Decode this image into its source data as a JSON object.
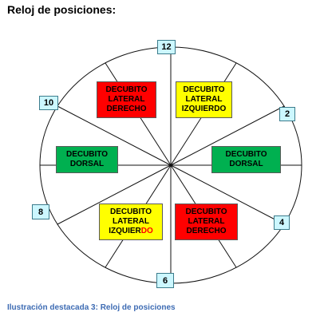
{
  "title": "Reloj de posiciones:",
  "caption": "Ilustración destacada 3: Reloj de posiciones",
  "hour_labels": {
    "h12": "12",
    "h2": "2",
    "h4": "4",
    "h6": "6",
    "h8": "8",
    "h10": "10"
  },
  "positions": {
    "lateral_derecho_top": {
      "lines": [
        "DECUBITO",
        "LATERAL",
        "DERECHO"
      ],
      "color": "#ff0000",
      "text_color": "#000000"
    },
    "lateral_izquierdo_top": {
      "lines": [
        "DECUBITO",
        "LATERAL",
        "IZQUIERDO"
      ],
      "color": "#ffff00",
      "text_color": "#000000"
    },
    "dorsal_left": {
      "lines": [
        "DECUBITO",
        "DORSAL"
      ],
      "color": "#00b050",
      "text_color": "#000000"
    },
    "dorsal_right": {
      "lines": [
        "DECUBITO",
        "DORSAL"
      ],
      "color": "#00b050",
      "text_color": "#000000"
    },
    "lateral_izquierdo_bottom": {
      "lines": [
        "DECUBITO",
        "LATERAL",
        "IZQUIER",
        "DO"
      ],
      "color": "#ffff00",
      "text_color": "#000000",
      "accent_color": "#ff0000"
    },
    "lateral_derecho_bottom": {
      "lines": [
        "DECUBITO",
        "LATERAL",
        "DERECH",
        "O"
      ],
      "color": "#ff0000",
      "text_color": "#000000"
    }
  }
}
